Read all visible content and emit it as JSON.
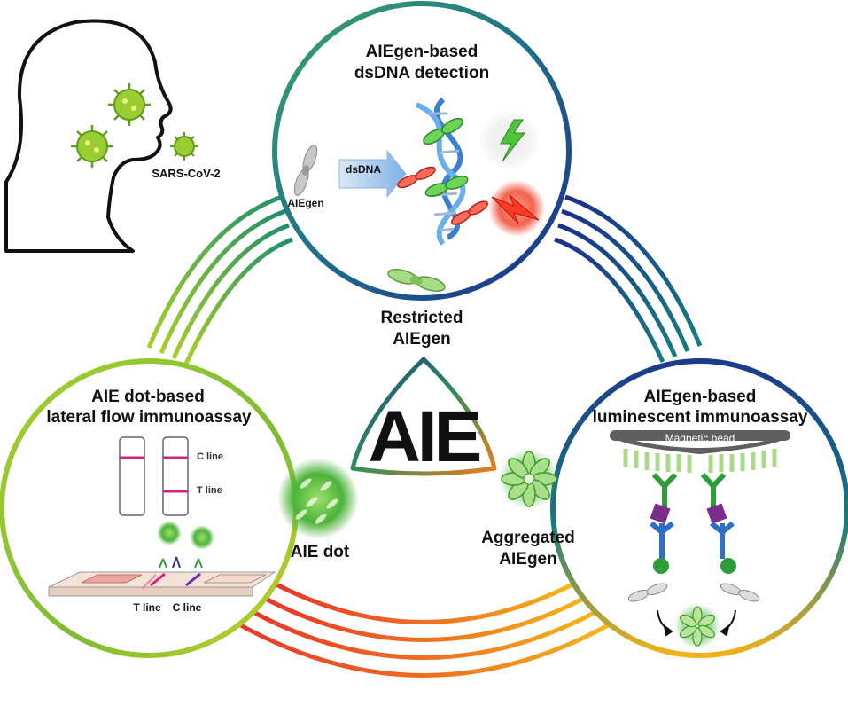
{
  "top_panel": {
    "title_line1": "AIEgen-based",
    "title_line2": "dsDNA detection",
    "aiegen_label": "AIEgen",
    "arrow_label": "dsDNA"
  },
  "left_panel": {
    "title_line1": "AIE dot-based",
    "title_line2": "lateral flow immunoassay",
    "c_line_label": "C line",
    "t_line_label": "T line",
    "strip_t_label": "T line",
    "strip_c_label": "C line"
  },
  "right_panel": {
    "title_line1": "AIEgen-based",
    "title_line2": "luminescent immunoassay",
    "bead_label": "Magnetic bead"
  },
  "center": {
    "logo_text": "AIE",
    "restricted_line1": "Restricted",
    "restricted_line2": "AIEgen",
    "aie_dot_label": "AIE dot",
    "aggregated_line1": "Aggregated",
    "aggregated_line2": "AIEgen"
  },
  "head": {
    "virus_label": "SARS-CoV-2"
  },
  "colors": {
    "green": "#8dc63f",
    "teal": "#1a8a8a",
    "navy": "#1b3a8c",
    "yellow": "#f2b21b",
    "red": "#e53b24",
    "strip_magenta": "#d4237a",
    "bead_gray": "#5f5f5f",
    "antibody_green": "#2e9c3a",
    "antibody_blue": "#2f6fc4",
    "antibody_purple": "#7b2d8e"
  }
}
